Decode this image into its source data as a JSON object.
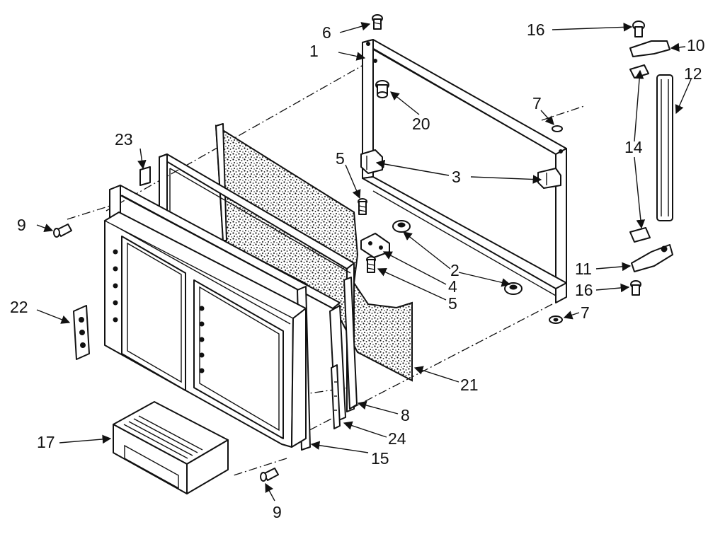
{
  "callouts": [
    {
      "id": "c1",
      "text": "1"
    },
    {
      "id": "c2a",
      "text": "2"
    },
    {
      "id": "c3",
      "text": "3"
    },
    {
      "id": "c4",
      "text": "4"
    },
    {
      "id": "c5a",
      "text": "5"
    },
    {
      "id": "c5b",
      "text": "5"
    },
    {
      "id": "c6",
      "text": "6"
    },
    {
      "id": "c7a",
      "text": "7"
    },
    {
      "id": "c7b",
      "text": "7"
    },
    {
      "id": "c8",
      "text": "8"
    },
    {
      "id": "c9a",
      "text": "9"
    },
    {
      "id": "c9b",
      "text": "9"
    },
    {
      "id": "c10",
      "text": "10"
    },
    {
      "id": "c11",
      "text": "11"
    },
    {
      "id": "c12",
      "text": "12"
    },
    {
      "id": "c14",
      "text": "14"
    },
    {
      "id": "c15",
      "text": "15"
    },
    {
      "id": "c16a",
      "text": "16"
    },
    {
      "id": "c16b",
      "text": "16"
    },
    {
      "id": "c17",
      "text": "17"
    },
    {
      "id": "c20",
      "text": "20"
    },
    {
      "id": "c21",
      "text": "21"
    },
    {
      "id": "c22",
      "text": "22"
    },
    {
      "id": "c23",
      "text": "23"
    },
    {
      "id": "c24",
      "text": "24"
    }
  ],
  "colors": {
    "ink": "#111111",
    "paper": "#ffffff"
  }
}
